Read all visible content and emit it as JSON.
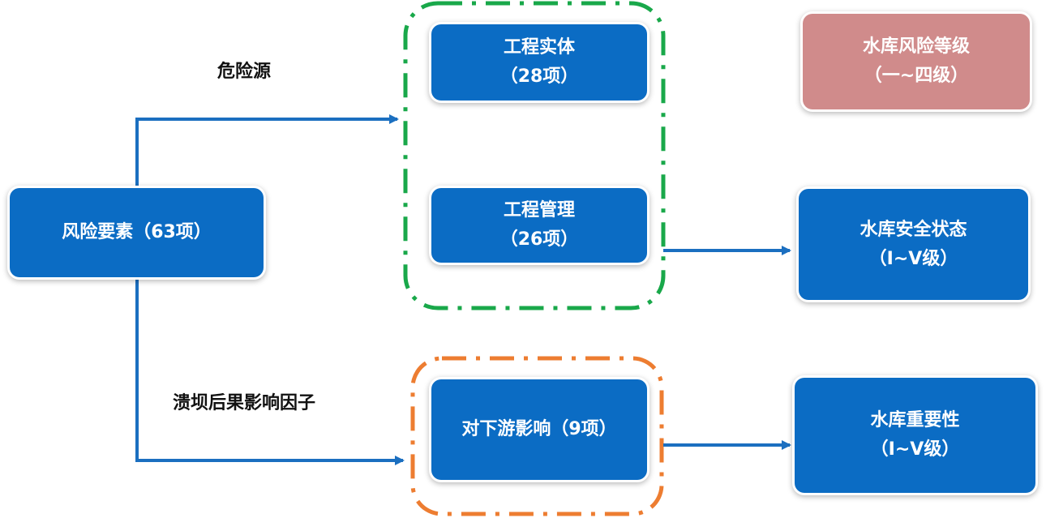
{
  "colors": {
    "box_blue": "#0b6cc4",
    "box_rose": "#d08b8b",
    "connector": "#1b6fc0",
    "hazard_group_border": "#19a84a",
    "consequence_group_border": "#ed7d31"
  },
  "diagram": {
    "risk_elements": {
      "label": "风险要素（63项）"
    },
    "hazard_source_label": "危险源",
    "dam_break_label": "溃坝后果影响因子",
    "engineering_entity": {
      "line1": "工程实体",
      "line2": "（28项）"
    },
    "engineering_management": {
      "line1": "工程管理",
      "line2": "（26项）"
    },
    "downstream_impact": {
      "label": "对下游影响（9项）"
    },
    "reservoir_risk_level": {
      "line1": "水库风险等级",
      "line2": "（一~四级）"
    },
    "reservoir_safety_status": {
      "line1": "水库安全状态",
      "line2": "（Ⅰ~Ⅴ级）"
    },
    "reservoir_importance": {
      "line1": "水库重要性",
      "line2": "（Ⅰ~Ⅴ级）"
    }
  }
}
